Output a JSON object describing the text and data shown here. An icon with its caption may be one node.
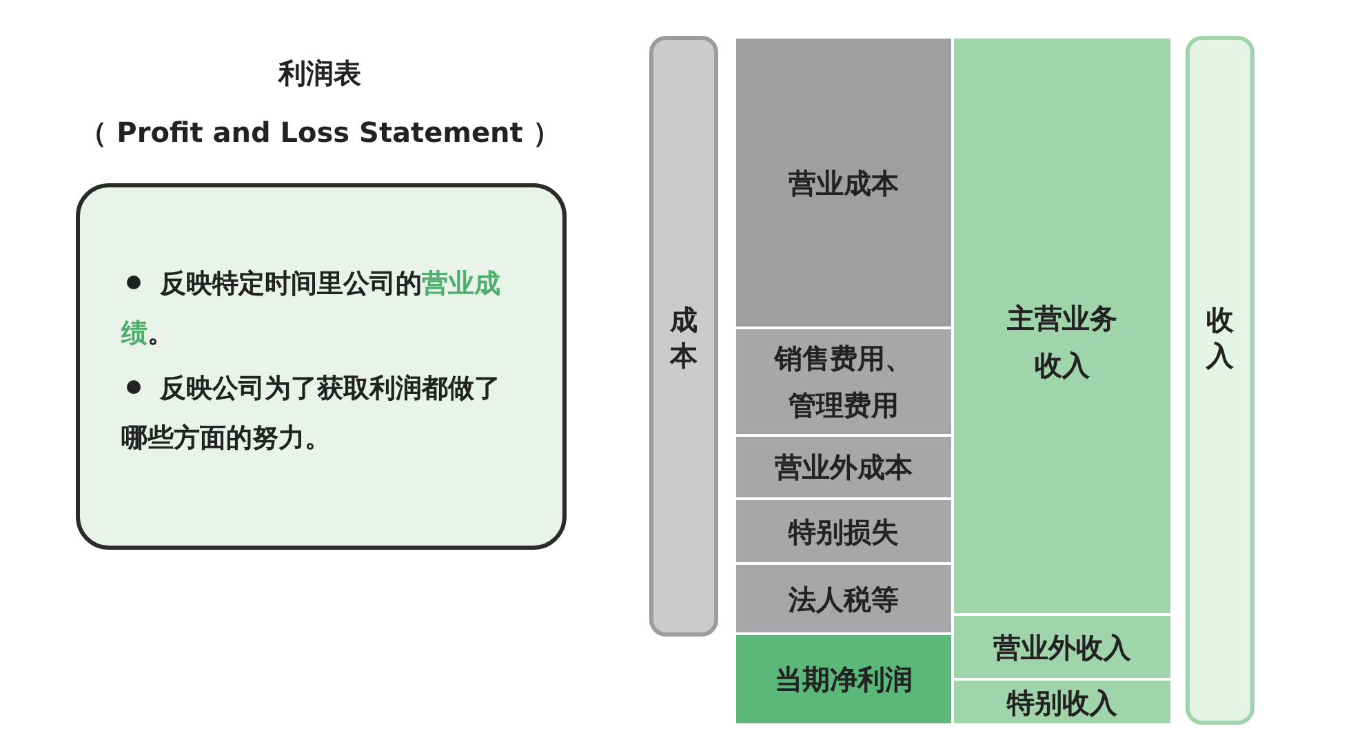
{
  "diagram": {
    "title": "利润表",
    "nodes": [
      {
        "text": [
          "反映特定时间里公司的**营业成绩**。",
          "反映公司为了获取利润都做了哪些方面的努力。"
        ]
      },
      {
        "text": [
          "成本"
        ]
      },
      {
        "text": [
          "营业成本"
        ]
      },
      {
        "text": [
          "销售费用、管理费用"
        ]
      },
      {
        "text": [
          "营业外成本"
        ]
      },
      {
        "text": [
          "特别损失"
        ]
      },
      {
        "text": [
          "法人税等"
        ]
      },
      {
        "text": [
          "当期净利润"
        ]
      },
      {
        "text": [
          "主营业务收入"
        ]
      },
      {
        "text": [
          "营业外收入"
        ]
      },
      {
        "text": [
          "特别收入"
        ]
      },
      {
        "text": [
          "收入"
        ]
      }
    ],
    "labels": [
      "（ Profit and Loss Statement ）"
    ]
  }
}
